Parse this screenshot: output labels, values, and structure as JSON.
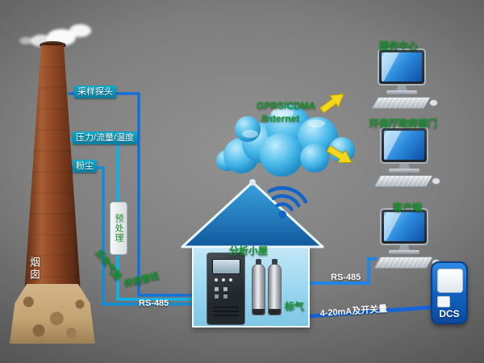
{
  "chimney": {
    "label": "烟囱"
  },
  "sensors": {
    "probe": "采样探头",
    "pressure_flow_temp": "压力/流量/温度",
    "dust": "粉尘"
  },
  "pretreatment": {
    "label": "预处理"
  },
  "paths": {
    "back_purge": "反吹气路",
    "heated_line": "伴热管线",
    "rs485_left": "RS-485",
    "rs485_right": "RS-485",
    "analog_io": "4-20mA及开关量"
  },
  "cloud": {
    "label_line1": "GPRS/CDMA",
    "label_line2": "/Internet"
  },
  "house": {
    "label": "分析小屋",
    "calibration_gas": "标气"
  },
  "stations": [
    {
      "label": "服务中心"
    },
    {
      "label": "环保厅政府部门"
    },
    {
      "label": "客户端"
    }
  ],
  "dcs": {
    "label": "DCS"
  },
  "colors": {
    "line_blue": "#1565d8",
    "line_cyan": "#0ab4ee",
    "arrow_yellow": "#f3d71d",
    "label_green": "#15962e",
    "cloud_blue": "#49b9ea"
  }
}
